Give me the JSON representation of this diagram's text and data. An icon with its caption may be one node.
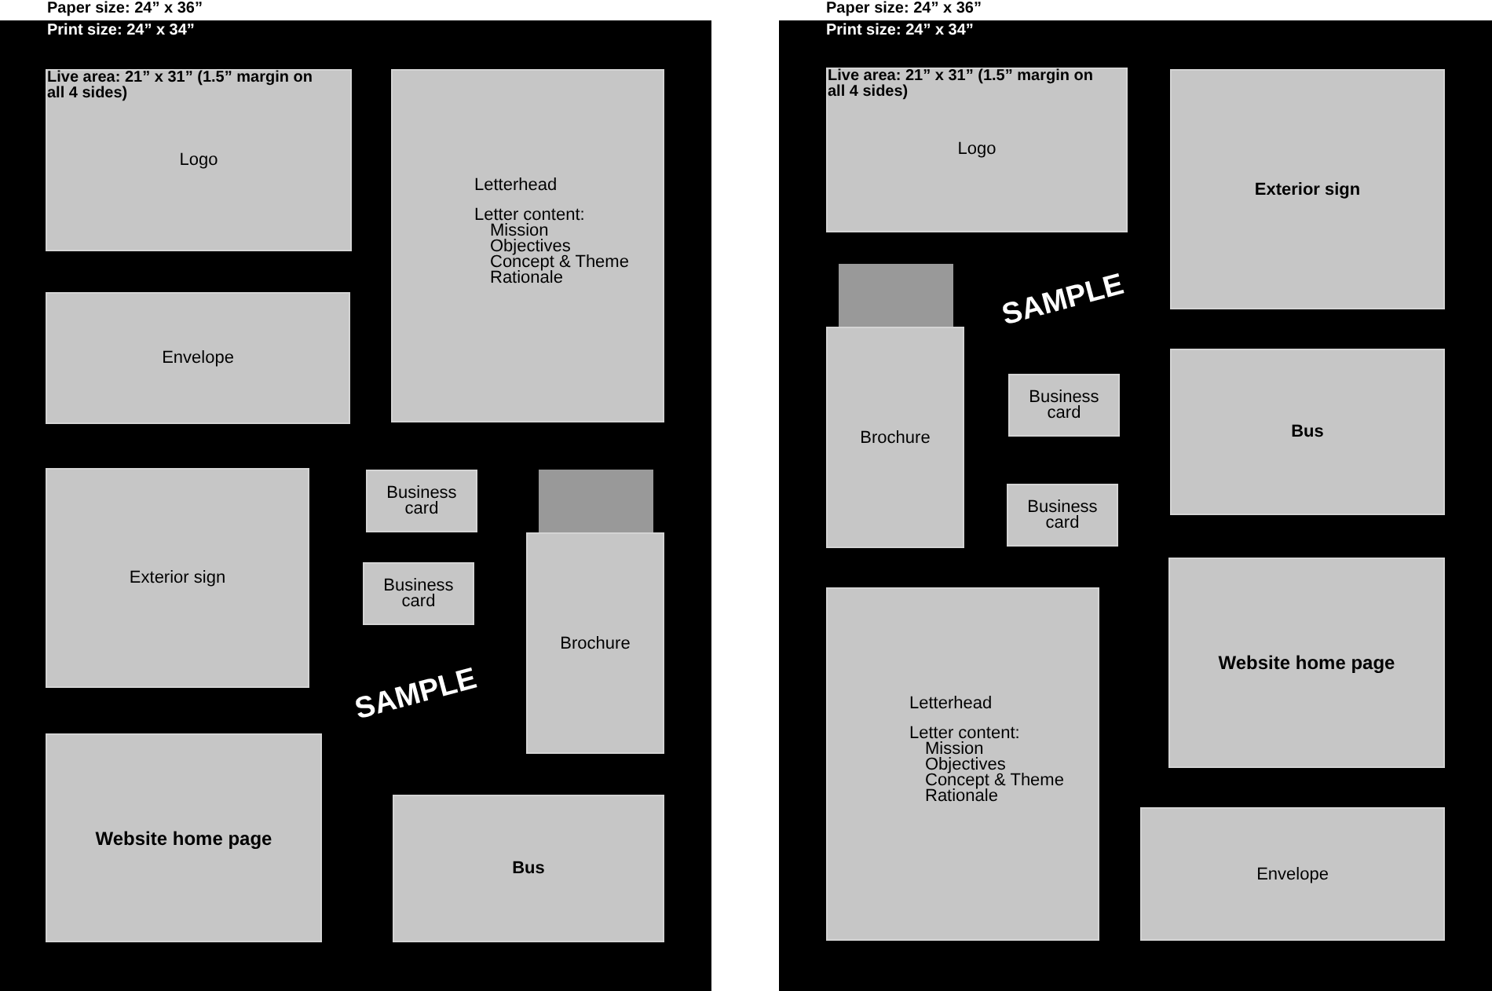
{
  "diagram": {
    "nodes": [
      {
        "text": [
          "Print size: 24” x 34”"
        ],
        "beside": [
          "Paper size: 24” x 36”"
        ]
      },
      {
        "text": [
          "Live area: 21” x 31” (1.5” margin on all 4 sides)",
          "Logo"
        ],
        "in": 0
      },
      {
        "text": [
          "Letterhead",
          "Letter content:",
          "Mission",
          "Objectives",
          "Concept & Theme",
          "Rationale"
        ],
        "in": 0
      },
      {
        "text": [
          "Envelope"
        ],
        "in": 0
      },
      {
        "text": [
          "Exterior sign"
        ],
        "in": 0
      },
      {
        "text": [
          "Business card"
        ],
        "in": 0
      },
      {
        "text": [
          "Business card"
        ],
        "in": 0
      },
      {
        "text": [
          "Brochure"
        ],
        "in": 0
      },
      {
        "text": [
          "Website home page"
        ],
        "in": 0
      },
      {
        "text": [
          "Bus"
        ],
        "in": 0
      },
      {
        "text": [
          "Print size: 24” x 34”"
        ],
        "beside": [
          "Paper size: 24” x 36”"
        ]
      },
      {
        "text": [
          "Live area: 21” x 31” (1.5” margin on all 4 sides)",
          "Logo"
        ],
        "in": 10
      },
      {
        "text": [
          "Exterior sign"
        ],
        "in": 10
      },
      {
        "text": [
          "Brochure"
        ],
        "in": 10
      },
      {
        "text": [
          "Business card"
        ],
        "in": 10
      },
      {
        "text": [
          "Bus"
        ],
        "in": 10
      },
      {
        "text": [
          "Business card"
        ],
        "in": 10
      },
      {
        "text": [
          "Letterhead",
          "Letter content:",
          "Mission",
          "Objectives",
          "Concept & Theme",
          "Rationale"
        ],
        "in": 10
      },
      {
        "text": [
          "Website home page"
        ],
        "in": 10
      },
      {
        "text": [
          "Envelope"
        ],
        "in": 10
      },
      {
        "text": [],
        "shape": "box",
        "in": 0
      },
      {
        "text": [],
        "shape": "box",
        "in": 10
      }
    ],
    "labels": [
      "SAMPLE",
      "SAMPLE"
    ]
  }
}
